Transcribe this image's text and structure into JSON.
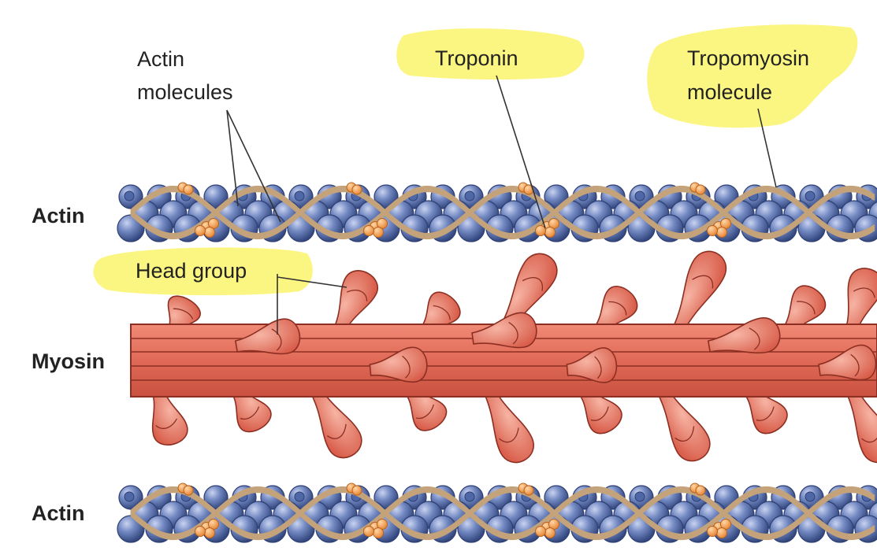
{
  "labels": {
    "actin_molecules": [
      "Actin",
      "molecules"
    ],
    "troponin": "Troponin",
    "tropomyosin": [
      "Tropomyosin",
      "molecule"
    ],
    "head_group": "Head group"
  },
  "side_labels": {
    "actin_top": "Actin",
    "myosin": "Myosin",
    "actin_bottom": "Actin"
  },
  "colors": {
    "highlight": "#fbf57a",
    "actin_bead": "#6d86bf",
    "actin_bead_dark": "#2e3f73",
    "tropomyosin_strand": "#c4a27a",
    "troponin": "#f2a25a",
    "myosin": "#e0705e",
    "myosin_light": "#f3a08e",
    "myosin_outline": "#8c2f22",
    "leader_line": "#333333"
  }
}
